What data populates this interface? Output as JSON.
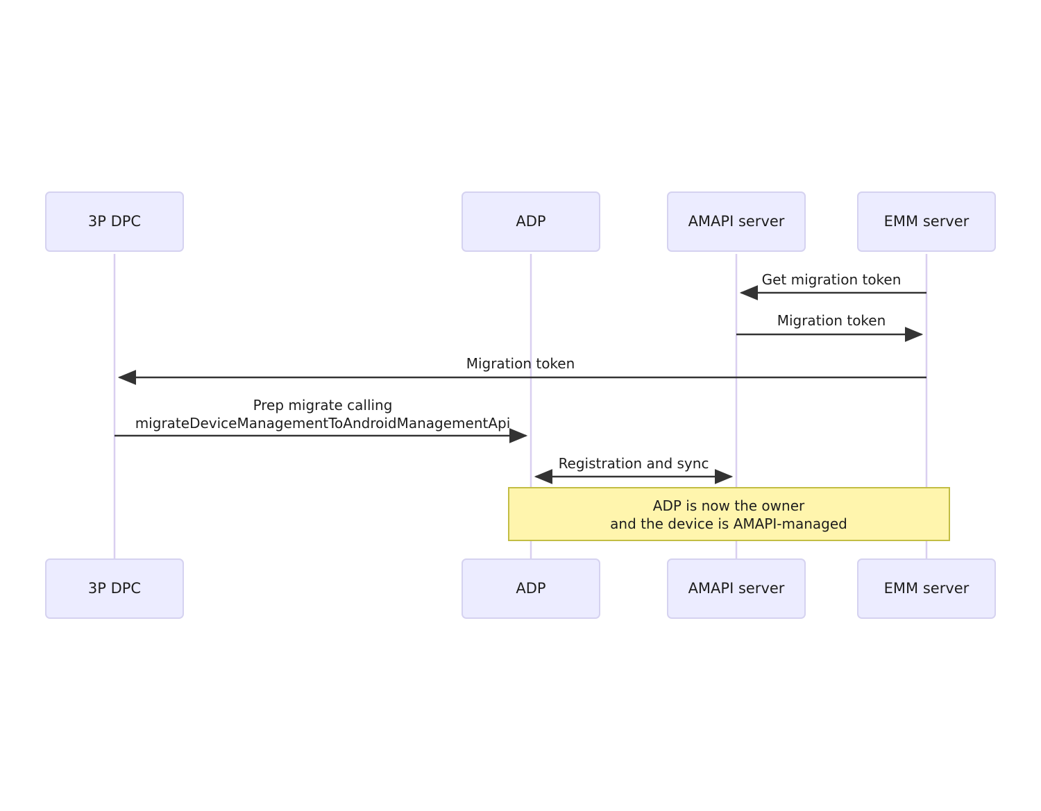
{
  "diagram": {
    "type": "sequence-diagram",
    "title": "",
    "colors": {
      "participant_fill": "#ececff",
      "participant_stroke": "#d5d2f0",
      "lifeline": "#d9cff0",
      "arrow": "#333333",
      "note_fill": "#fff5ad",
      "note_stroke": "#c2bd43",
      "text": "#1d1d1d",
      "background": "#ffffff"
    },
    "participants": [
      {
        "id": "dpc",
        "label": "3P DPC"
      },
      {
        "id": "adp",
        "label": "ADP"
      },
      {
        "id": "amapi",
        "label": "AMAPI server"
      },
      {
        "id": "emm",
        "label": "EMM server"
      }
    ],
    "messages": [
      {
        "index": 1,
        "from": "emm",
        "to": "amapi",
        "direction": "left",
        "label": "Get migration token",
        "lines": [
          "Get migration token"
        ]
      },
      {
        "index": 2,
        "from": "amapi",
        "to": "emm",
        "direction": "right",
        "label": "Migration token",
        "lines": [
          "Migration token"
        ]
      },
      {
        "index": 3,
        "from": "emm",
        "to": "dpc",
        "direction": "left",
        "label": "Migration token",
        "lines": [
          "Migration token"
        ]
      },
      {
        "index": 4,
        "from": "dpc",
        "to": "adp",
        "direction": "right",
        "label": "Prep migrate calling migrateDeviceManagementToAndroidManagementApi",
        "lines": [
          "Prep migrate calling",
          "migrateDeviceManagementToAndroidManagementApi"
        ]
      },
      {
        "index": 5,
        "from": "adp",
        "to": "amapi",
        "direction": "both",
        "label": "Registration and sync",
        "lines": [
          "Registration and sync"
        ]
      }
    ],
    "notes": [
      {
        "index": 1,
        "label": "ADP is now the owner and the device is AMAPI-managed",
        "lines": [
          "ADP is now the owner",
          "and the device is AMAPI-managed"
        ]
      }
    ]
  }
}
